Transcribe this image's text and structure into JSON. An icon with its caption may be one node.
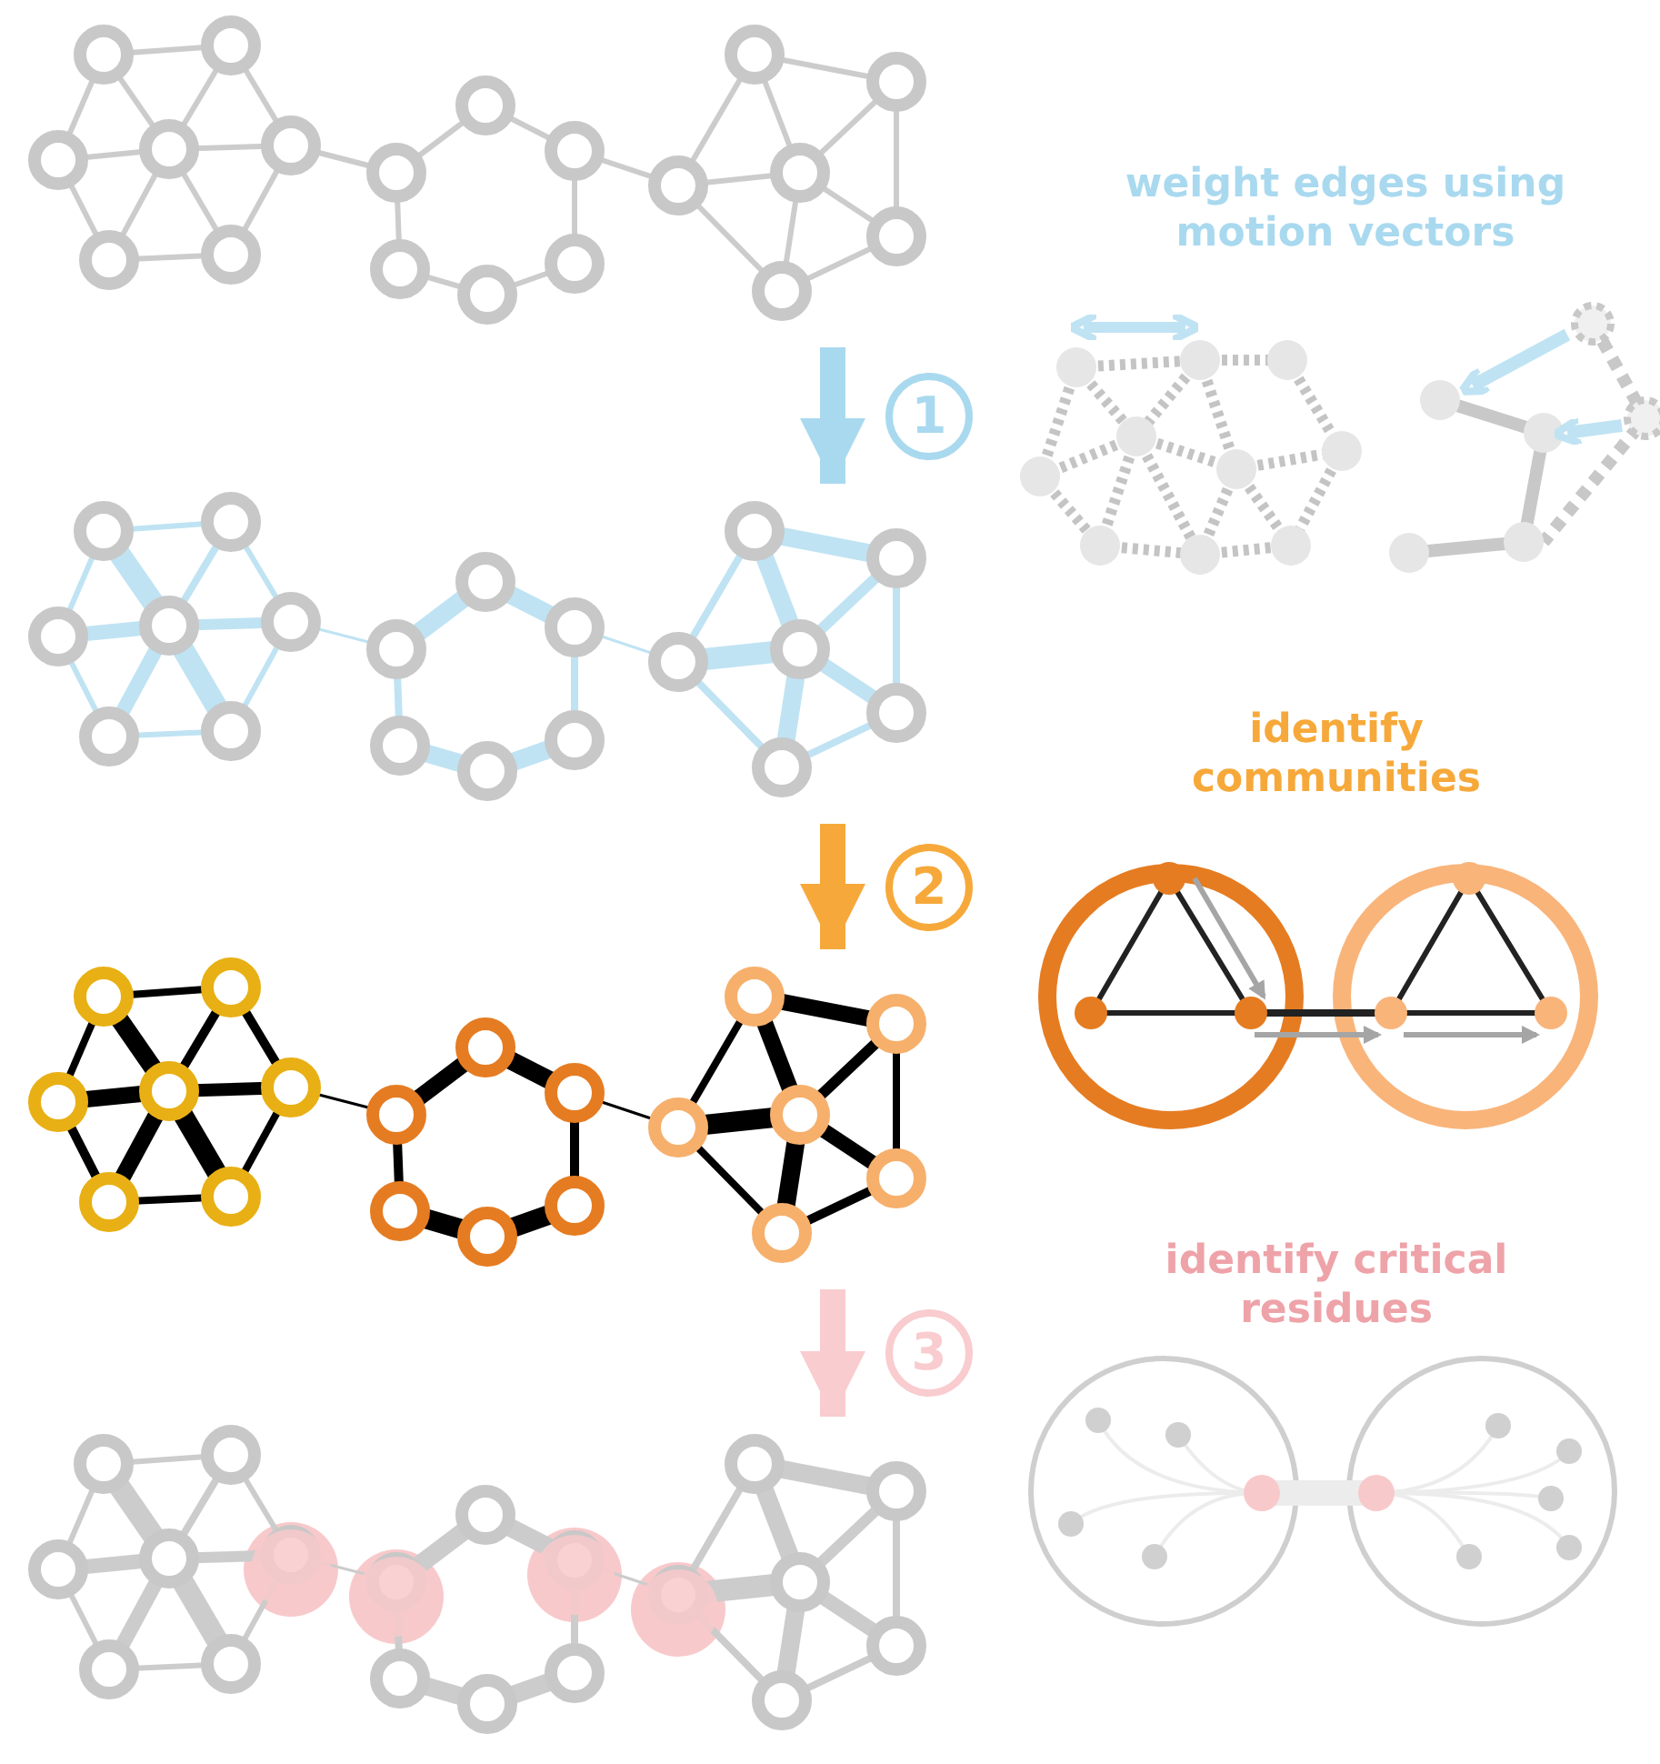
{
  "diagram": {
    "nodes": [
      {
        "text": [],
        "shape": "picture"
      },
      {
        "text": [],
        "shape": "picture"
      },
      {
        "text": [],
        "shape": "picture"
      },
      {
        "text": [],
        "shape": "picture"
      }
    ],
    "edges": [
      {
        "from": 0,
        "to": 1,
        "arrow": "to",
        "label": "1",
        "color": "#a9d9ef"
      },
      {
        "from": 1,
        "to": 2,
        "arrow": "to",
        "label": "2",
        "color": "#f6a93a"
      },
      {
        "from": 2,
        "to": 3,
        "arrow": "to",
        "label": "3",
        "color": "#f9cccf"
      }
    ],
    "labels": [
      "weight edges using motion vectors",
      "identify communities",
      "identify critical residues"
    ]
  }
}
